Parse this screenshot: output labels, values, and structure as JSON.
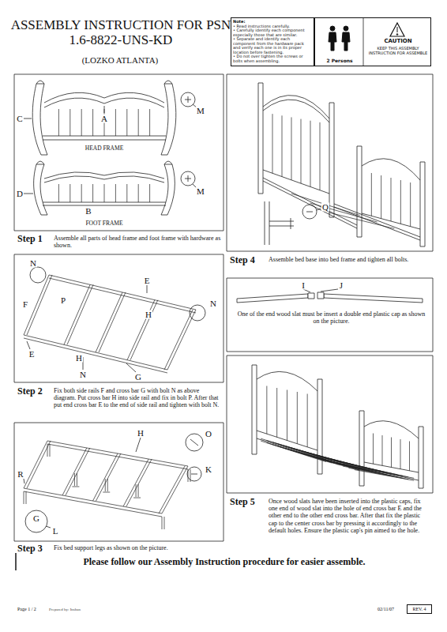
{
  "diagram": {
    "title": "ASSEMBLY INSTRUCTION FOR PSN 1.6-8822-UNS-KD",
    "nodes": [
      {
        "text": [
          "Note:",
          "• Read instructions carefully.",
          "• Carefully identify each component especially those that are similar.",
          "• Separate and identify each component from the hardware pack and verify each one is in its proper location before fastening.",
          "• Do not over tighten the screws or bolts when assembling."
        ]
      },
      {
        "text": [
          "2 Persons",
          "CAUTION",
          "KEEP THIS ASSEMBLY INSTRUCTION FOR ASSEMBLE"
        ]
      },
      {
        "text": [
          "REV. 4"
        ]
      }
    ],
    "labels": [
      "(LOZKO ATLANTA)",
      "M",
      "C",
      "A",
      "HEAD FRAME",
      "M",
      "D",
      "B",
      "FOOT FRAME",
      "Step 1",
      "Assemble all parts of head frame and foot frame with hardware as shown.",
      "N",
      "E",
      "N",
      "P",
      "H",
      "F",
      "H",
      "E",
      "G",
      "N",
      "Step 2",
      "Fix both side rails F and cross bar G with bolt N as above diagram. Put cross bar H into side rail and fix in bolt P. After that put end cross bar E to the end of side rail and tighten with bolt N.",
      "H",
      "O",
      "K",
      "R",
      "G",
      "L",
      "Step 3",
      "Fix bed support legs as shown on the picture.",
      "Q",
      "Step 4",
      "Assemble bed base into bed frame and tighten all bolts.",
      "I",
      "J",
      "One of the end wood slat must be insert a double end plastic cap as shown on the picture.",
      "Step 5",
      "Once wood slats have been inserted into the plastic caps, fix one end of wood slat into the hole of end cross bar E and the other end to the other end cross bar. After that fix the plastic cap to the center cross bar by pressing it accordingly to the default holes. Ensure the plastic cap's pin aimed to the hole.",
      "Please follow our Assembly Instruction procedure for easier assemble.",
      "Page 1 / 2",
      "Prepared by: Inshan",
      "02/11/07"
    ]
  }
}
